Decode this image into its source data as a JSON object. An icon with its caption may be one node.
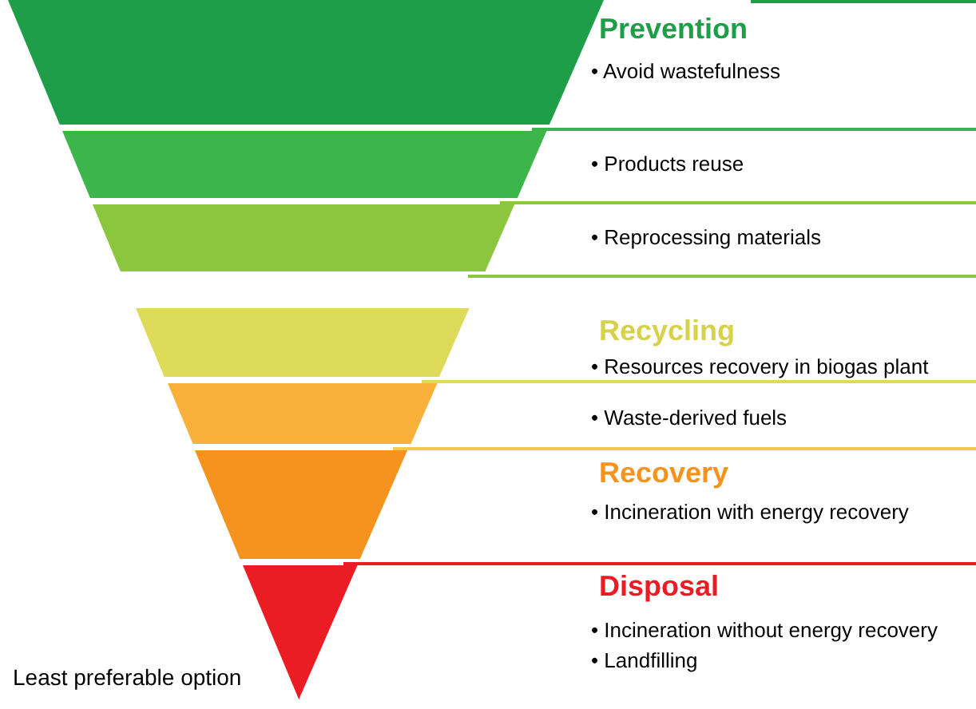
{
  "diagram": {
    "nodes": [
      {
        "text": [],
        "shape": "trapezoid"
      },
      {
        "text": [],
        "shape": "trapezoid"
      },
      {
        "text": [],
        "shape": "trapezoid"
      },
      {
        "text": [],
        "shape": "trapezoid"
      },
      {
        "text": [],
        "shape": "trapezoid"
      },
      {
        "text": [],
        "shape": "trapezoid"
      },
      {
        "text": [],
        "shape": "triangle"
      }
    ],
    "labels": [
      "Prevention",
      "• Avoid wastefulness",
      "• Products reuse",
      "• Reprocessing materials",
      "Recycling",
      "• Resources recovery in biogas plant",
      "• Waste-derived fuels",
      "Recovery",
      "• Incineration with energy recovery",
      "Disposal",
      "• Incineration without energy recovery",
      "• Landfilling",
      "Least preferable option"
    ]
  }
}
